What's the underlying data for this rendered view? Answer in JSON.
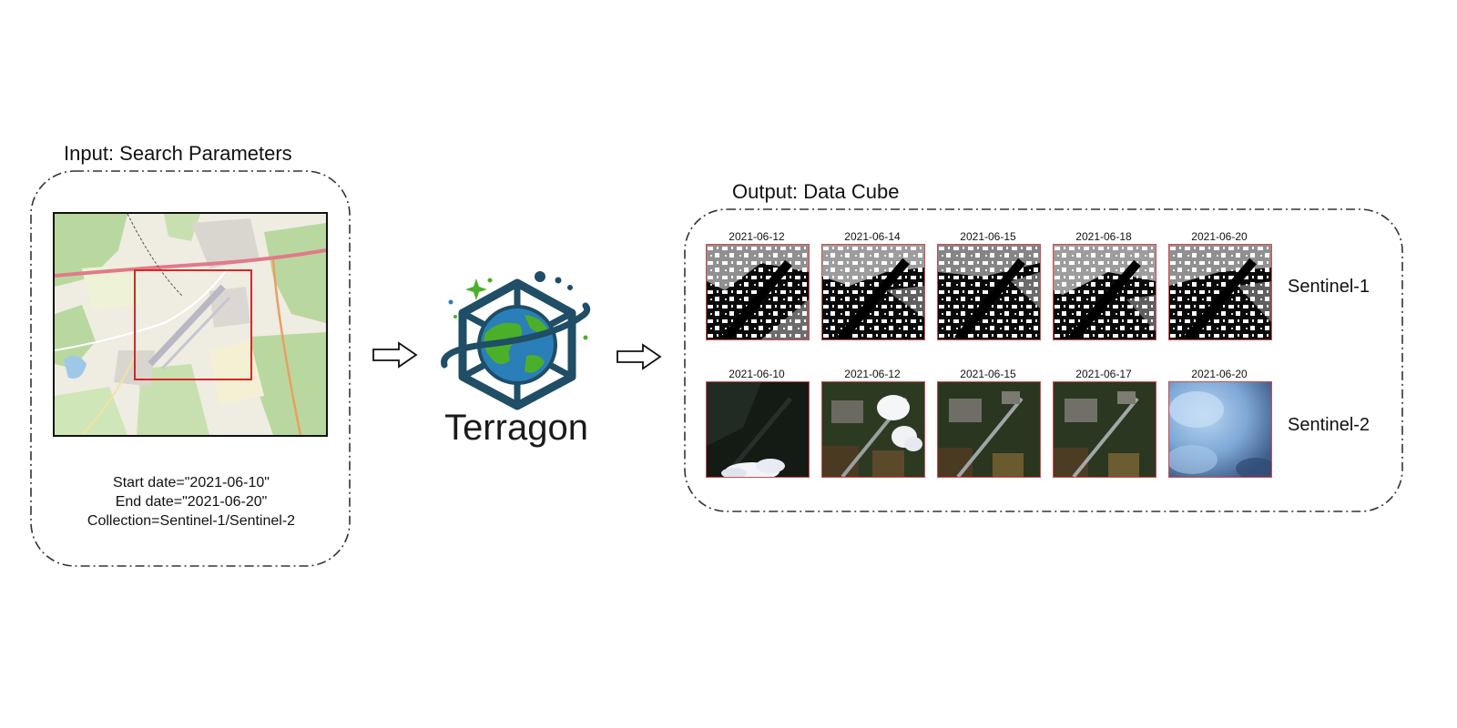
{
  "input": {
    "title": "Input: Search Parameters",
    "start_date": "Start date=\"2021-06-10\"",
    "end_date": "End date=\"2021-06-20\"",
    "collection": "Collection=Sentinel-1/Sentinel-2"
  },
  "logo": {
    "name": "Terragon"
  },
  "output": {
    "title": "Output: Data Cube",
    "sentinel1": {
      "label": "Sentinel-1",
      "dates": [
        "2021-06-12",
        "2021-06-14",
        "2021-06-15",
        "2021-06-18",
        "2021-06-20"
      ]
    },
    "sentinel2": {
      "label": "Sentinel-2",
      "dates": [
        "2021-06-10",
        "2021-06-12",
        "2021-06-15",
        "2021-06-17",
        "2021-06-20"
      ]
    }
  },
  "colors": {
    "frame_stroke": "#333333",
    "bbox_red": "#d62828",
    "logo_navy": "#1f4e66",
    "logo_blue": "#2a7fb8",
    "logo_green": "#4caf2a"
  }
}
